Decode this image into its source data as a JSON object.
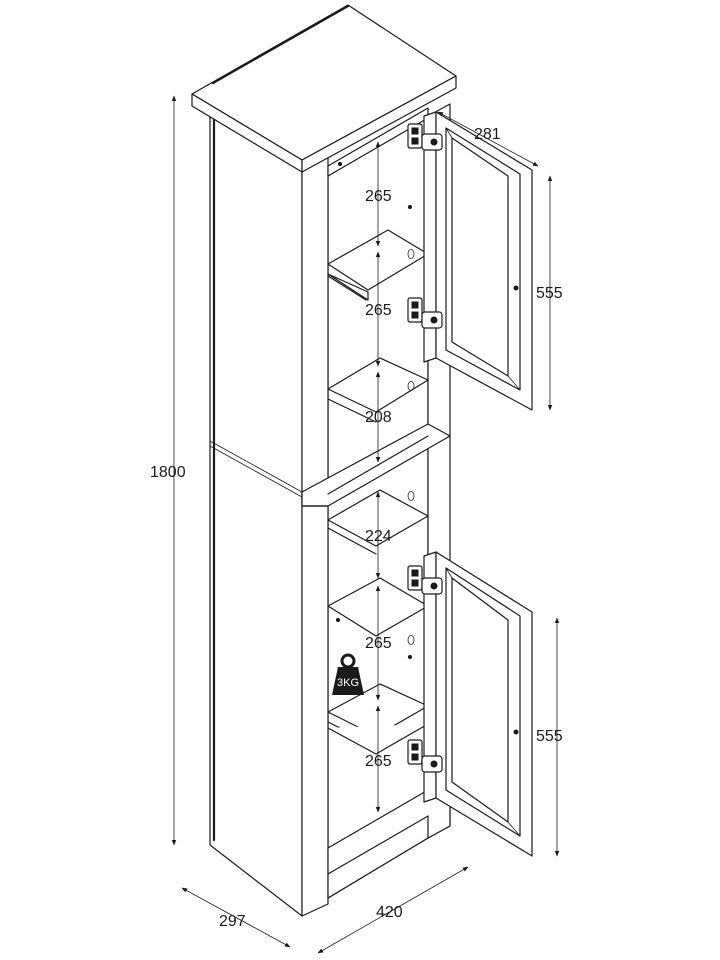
{
  "dimensions": {
    "total_height": "1800",
    "depth": "297",
    "width": "420",
    "door_width": "281",
    "upper_door_height": "555",
    "lower_door_height": "555",
    "compartments": [
      "265",
      "265",
      "208",
      "224",
      "265",
      "265"
    ]
  },
  "weight_badge": "3KG",
  "colors": {
    "line": "#1a1a1a",
    "background": "#ffffff"
  }
}
